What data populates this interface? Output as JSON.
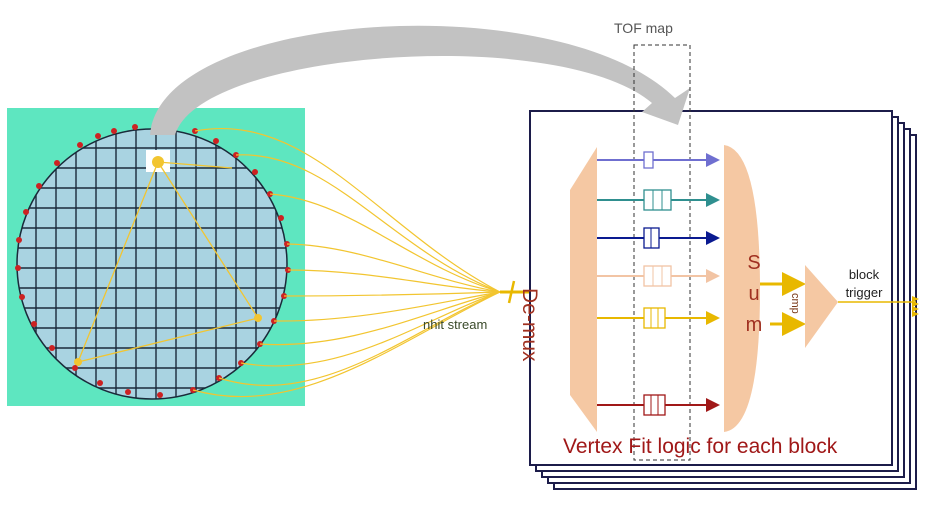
{
  "labels": {
    "tof_map": "TOF map",
    "nhit_stream": "nhit stream",
    "demux": "De-mux",
    "sum": "Sum",
    "cmp": "cmp",
    "block_trigger": "block trigger",
    "vertex_fit": "Vertex Fit logic for each block"
  },
  "colors": {
    "detector_background": "#5ee6c0",
    "detector_circle": "#a9d3e1",
    "pmt_dots": "#cc2222",
    "signal_lines": "#f2c530",
    "demux_sum_cmp_fill": "#f5c8a3",
    "board_border": "#1c1c4a",
    "arrow_gray": "#c0c0c0",
    "channels": [
      "#6f6fd0",
      "#2f8f8f",
      "#0a1a90",
      "#f2c4a4",
      "#e8b800",
      "#a01818"
    ]
  }
}
